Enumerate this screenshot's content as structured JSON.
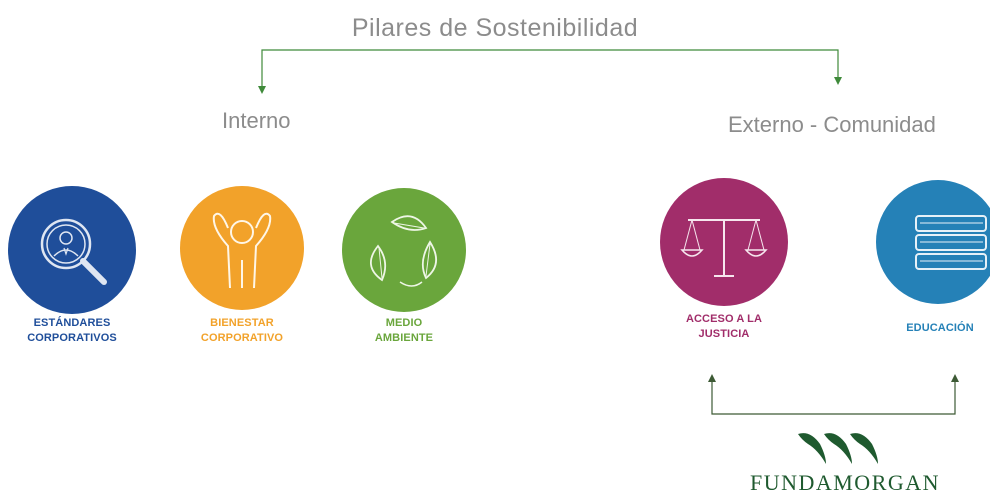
{
  "title": "Pilares de Sostenibilidad",
  "groups": {
    "internal": "Interno",
    "external": "Externo - Comunidad"
  },
  "pillars": [
    {
      "label_line1": "ESTÁNDARES",
      "label_line2": "CORPORATIVOS",
      "color": "#1f4e9a",
      "icon": "magnifier-person-icon"
    },
    {
      "label_line1": "BIENESTAR",
      "label_line2": "CORPORATIVO",
      "color": "#f2a22a",
      "icon": "person-arms-raised-icon"
    },
    {
      "label_line1": "MEDIO",
      "label_line2": "AMBIENTE",
      "color": "#6aa63c",
      "icon": "leaves-cycle-icon"
    },
    {
      "label_line1": "ACCESO A LA",
      "label_line2": "JUSTICIA",
      "color": "#a12d6a",
      "icon": "scales-icon"
    },
    {
      "label_line1": "EDUCACIÓN",
      "label_line2": "",
      "color": "#2581b7",
      "icon": "books-icon"
    }
  ],
  "logo": {
    "name": "FUNDAMORGAN",
    "color": "#1f5a2f"
  },
  "connector_colors": {
    "top": "#3f8a3a",
    "bottom": "#3d5a35"
  }
}
